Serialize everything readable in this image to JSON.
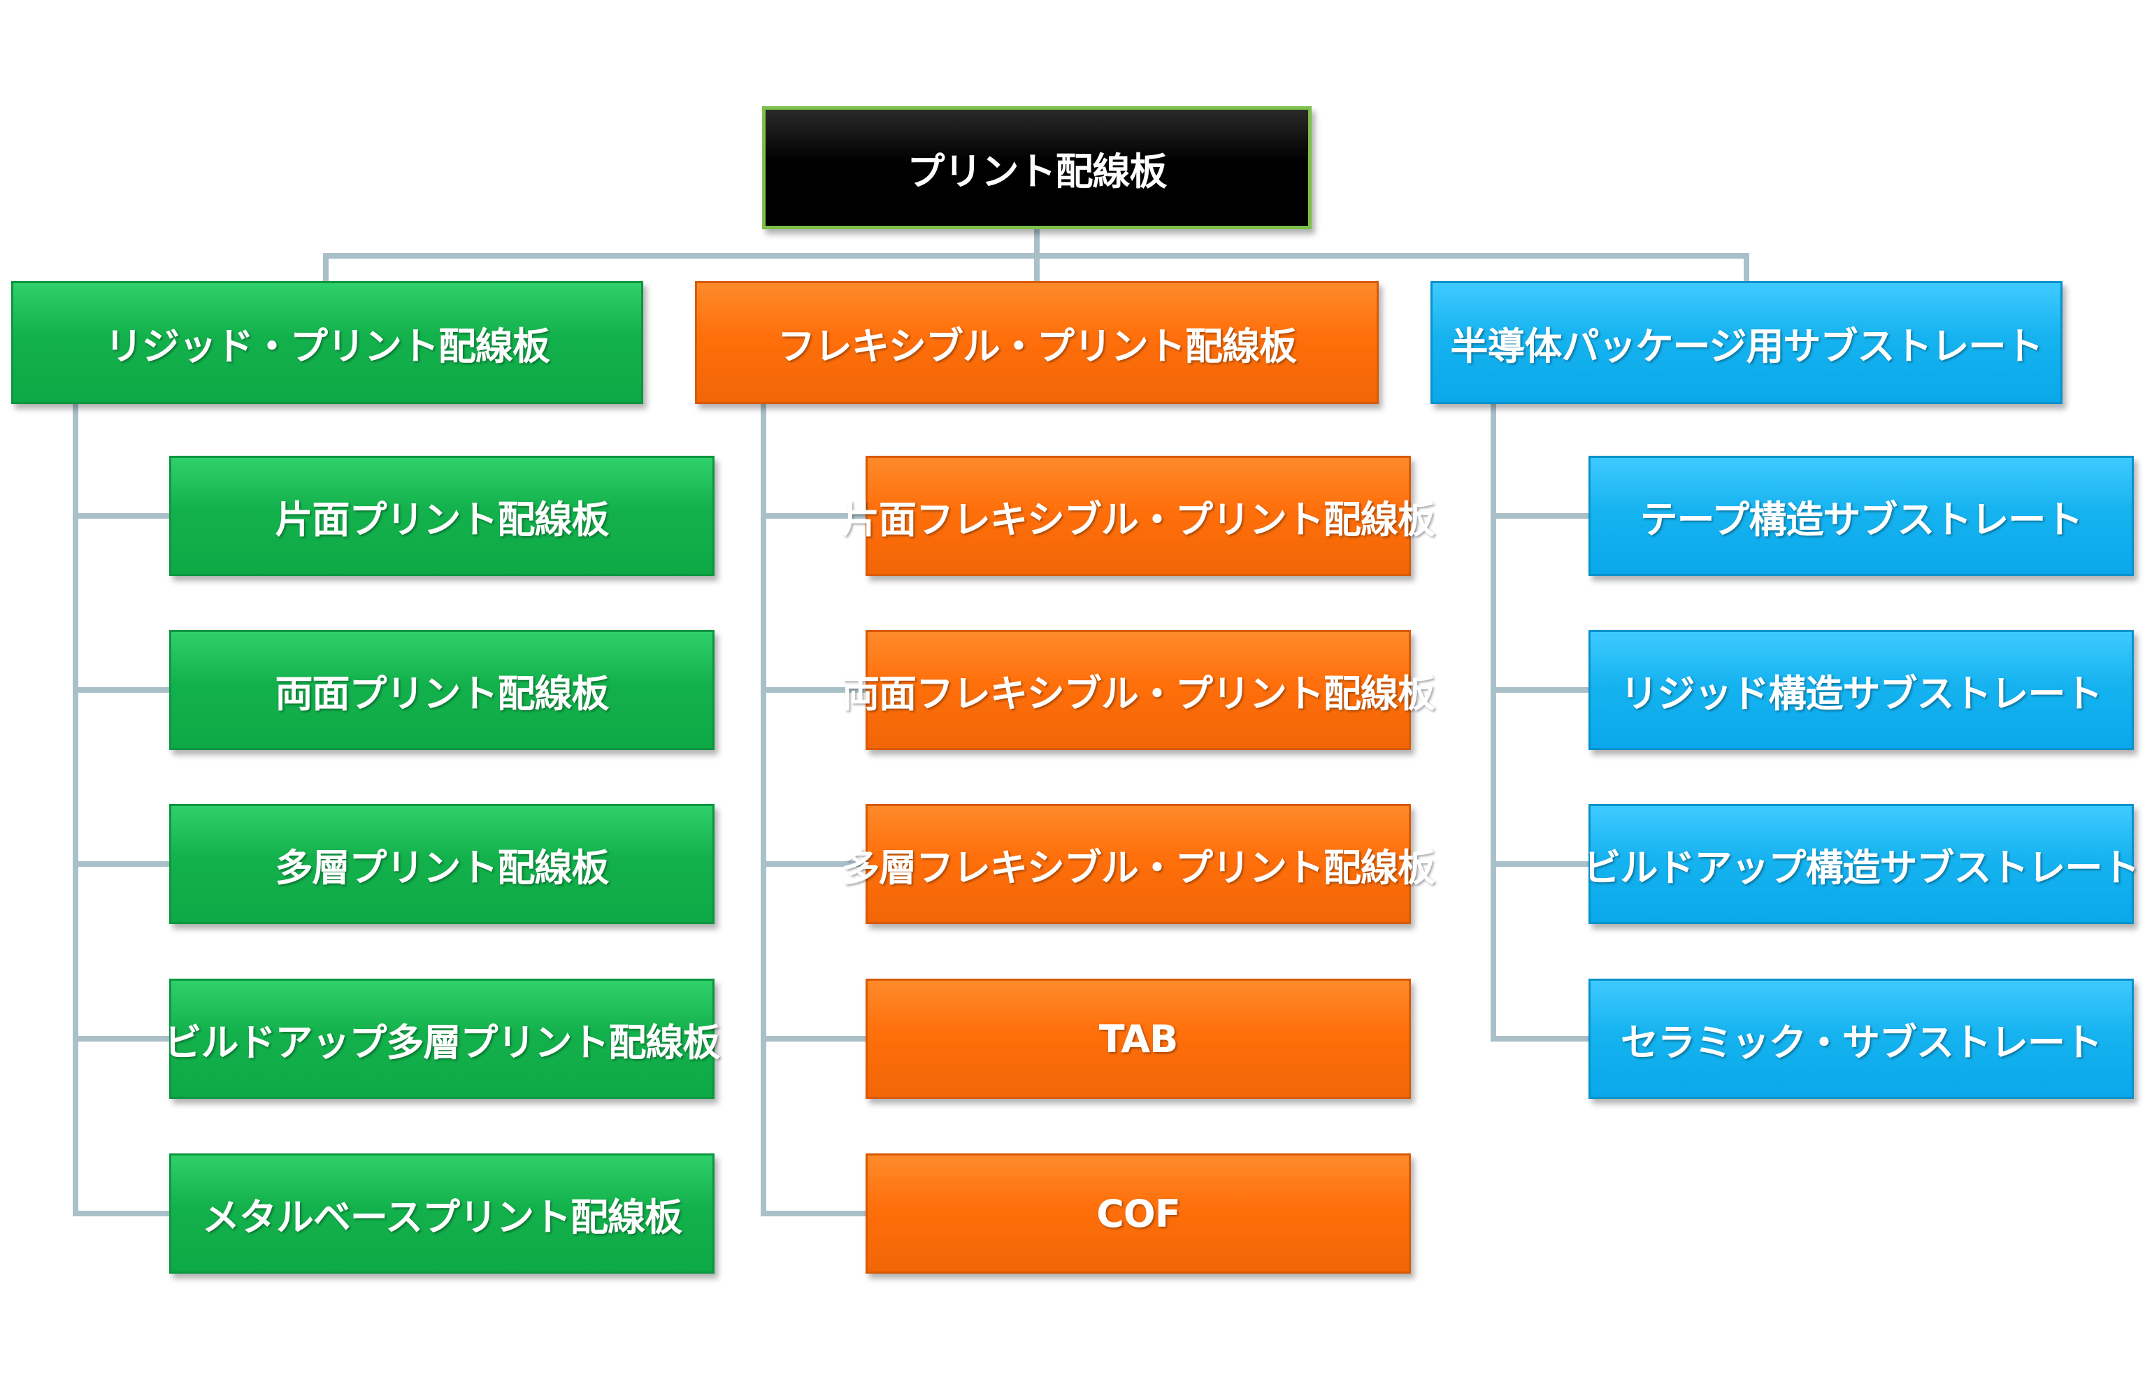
{
  "colors": {
    "root_bg": "#000000",
    "root_border": "#7cbf4a",
    "green": "#13b14c",
    "orange": "#ff6f0b",
    "blue": "#16b3f0",
    "connector": "#a9c0c8",
    "text": "#ffffff"
  },
  "root": {
    "label": "プリント配線板"
  },
  "categories": [
    {
      "label": "リジッド・プリント配線板",
      "color": "green",
      "children": [
        "片面プリント配線板",
        "両面プリント配線板",
        "多層プリント配線板",
        "ビルドアップ多層プリント配線板",
        "メタルベースプリント配線板"
      ]
    },
    {
      "label": "フレキシブル・プリント配線板",
      "color": "orange",
      "children": [
        "片面フレキシブル・プリント配線板",
        "両面フレキシブル・プリント配線板",
        "多層フレキシブル・プリント配線板",
        "TAB",
        "COF"
      ]
    },
    {
      "label": "半導体パッケージ用サブストレート",
      "color": "blue",
      "children": [
        "テープ構造サブストレート",
        "リジッド構造サブストレート",
        "ビルドアップ構造サブストレート",
        "セラミック・サブストレート"
      ]
    }
  ]
}
